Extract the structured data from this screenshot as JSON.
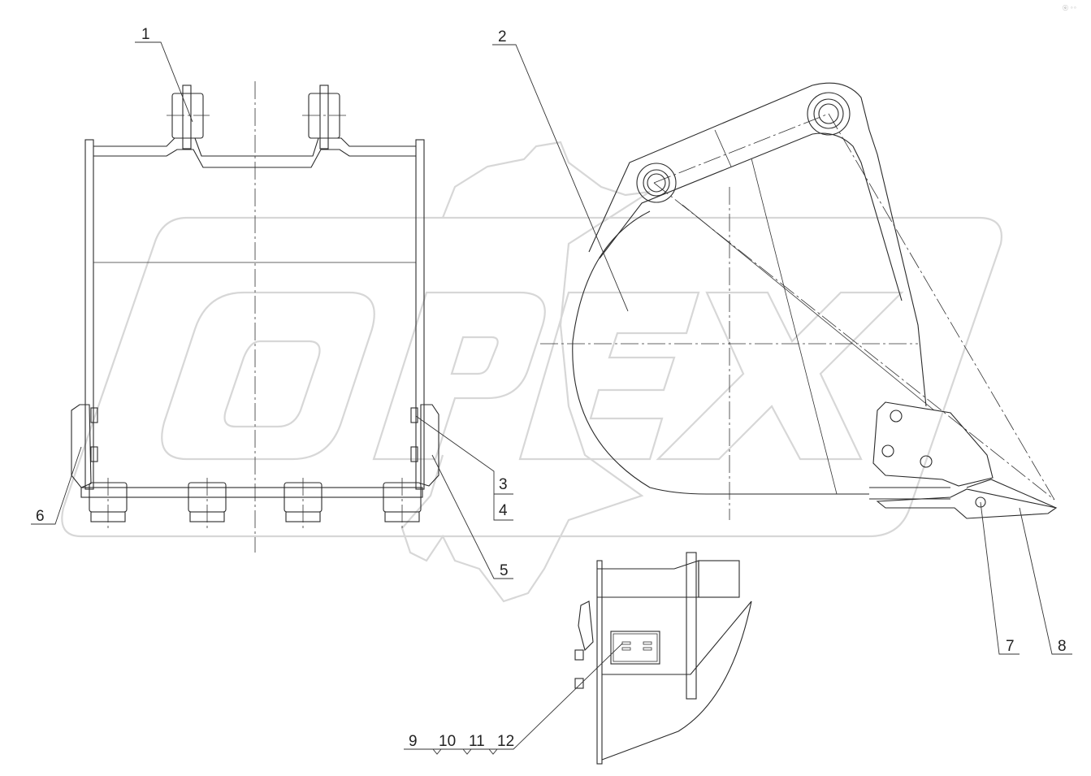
{
  "watermark": {
    "text": "OPEX"
  },
  "corner_mark": "ⓔ ◦◦",
  "callouts": [
    {
      "id": "c1",
      "label": "1"
    },
    {
      "id": "c2",
      "label": "2"
    },
    {
      "id": "c3",
      "label": "3"
    },
    {
      "id": "c4",
      "label": "4"
    },
    {
      "id": "c5",
      "label": "5"
    },
    {
      "id": "c6",
      "label": "6"
    },
    {
      "id": "c7",
      "label": "7"
    },
    {
      "id": "c8",
      "label": "8"
    },
    {
      "id": "c9",
      "label": "9"
    },
    {
      "id": "c10",
      "label": "10"
    },
    {
      "id": "c11",
      "label": "11"
    },
    {
      "id": "c12",
      "label": "12"
    }
  ]
}
